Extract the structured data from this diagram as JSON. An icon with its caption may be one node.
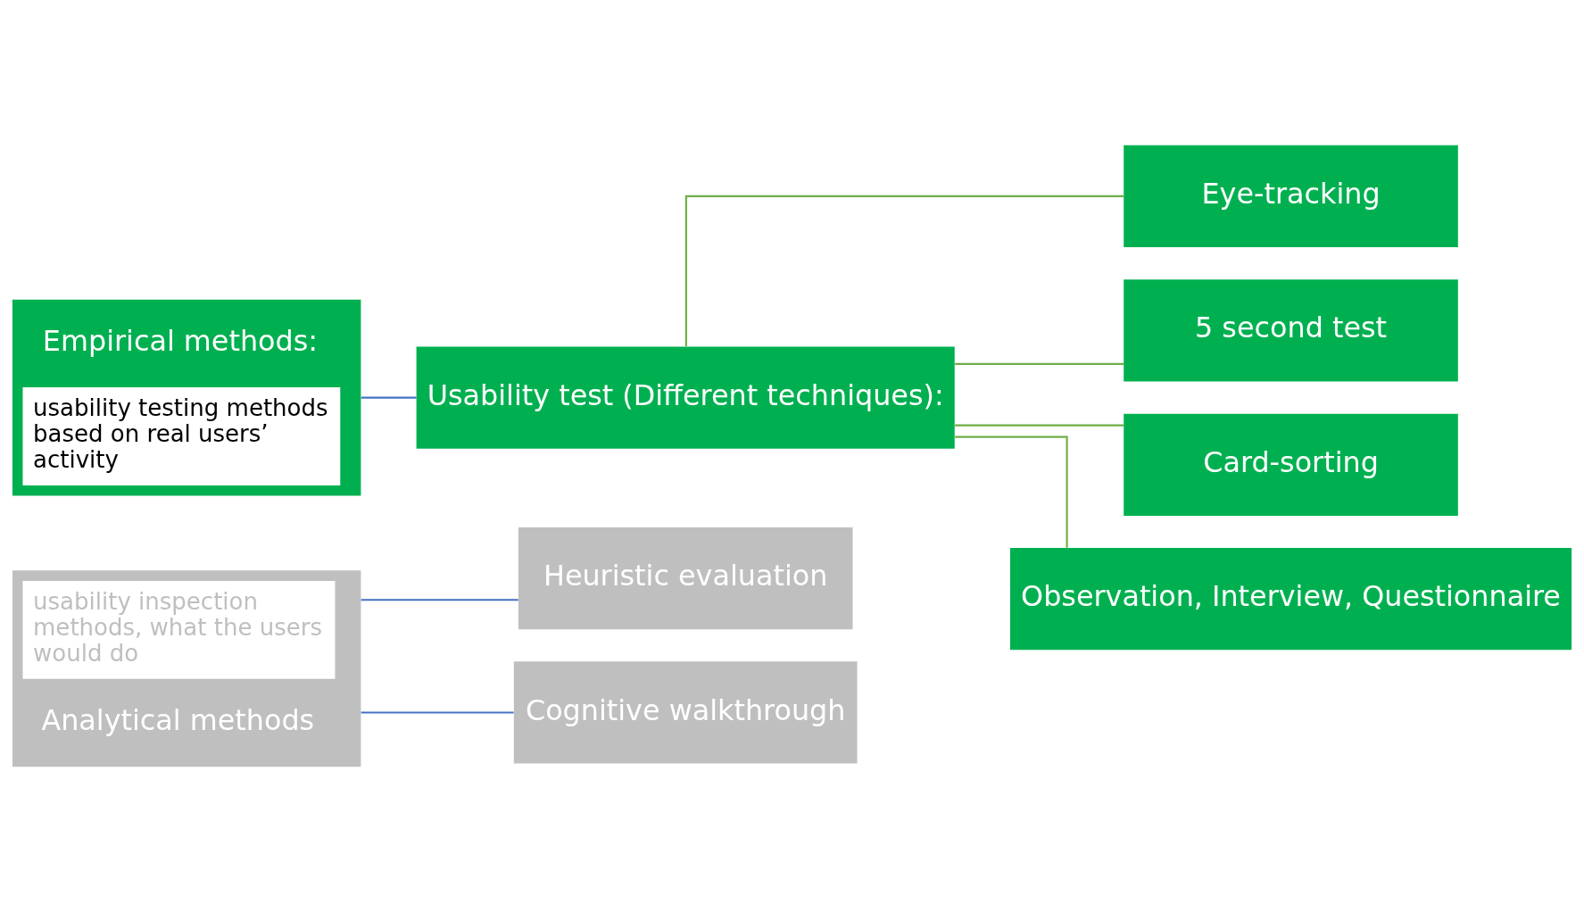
{
  "diagram": {
    "nodes": [
      {
        "text": [
          "usability inspection methods, what the users would do",
          "Analytical methods"
        ]
      },
      {
        "text": [
          "Heuristic evaluation"
        ]
      },
      {
        "text": [
          "Cognitive walkthrough"
        ]
      },
      {
        "text": [
          "Empirical methods:",
          "usability testing methods based on real users’ activity"
        ]
      },
      {
        "text": [
          "Usability test (Different techniques):"
        ]
      },
      {
        "text": [
          "Eye-tracking"
        ]
      },
      {
        "text": [
          "5 second test"
        ]
      },
      {
        "text": [
          "Card-sorting"
        ]
      },
      {
        "text": [
          "Observation, Interview, Questionnaire"
        ]
      }
    ],
    "edges": [
      {
        "from": 0,
        "to": 1,
        "arrow": "none",
        "color": "#4472c4"
      },
      {
        "from": 0,
        "to": 2,
        "arrow": "none",
        "color": "#4472c4"
      },
      {
        "from": 3,
        "to": 4,
        "arrow": "none",
        "color": "#4472c4"
      },
      {
        "from": 4,
        "to": 5,
        "arrow": "none"
      },
      {
        "from": 4,
        "to": 6,
        "arrow": "none"
      },
      {
        "from": 4,
        "to": 7,
        "arrow": "none"
      },
      {
        "from": 4,
        "to": 8,
        "arrow": "none"
      }
    ]
  }
}
